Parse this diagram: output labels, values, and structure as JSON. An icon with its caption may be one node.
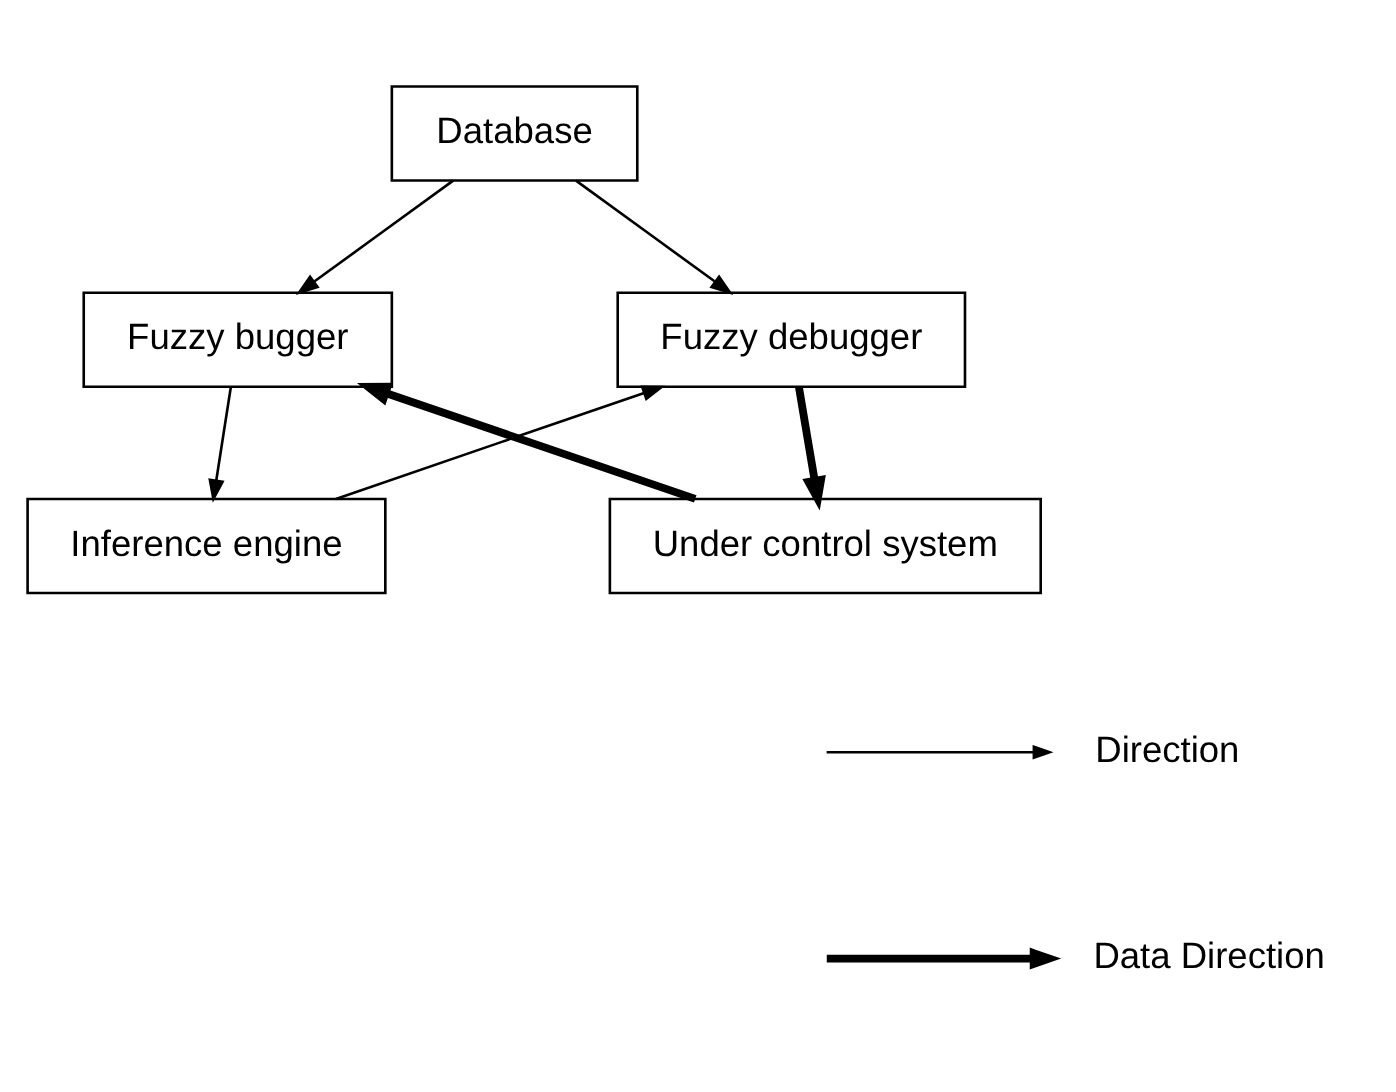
{
  "diagram": {
    "nodes": [
      {
        "text": [
          "Database"
        ]
      },
      {
        "text": [
          "Fuzzy bugger"
        ]
      },
      {
        "text": [
          "Fuzzy debugger"
        ]
      },
      {
        "text": [
          "Inference engine"
        ]
      },
      {
        "text": [
          "Under control system"
        ]
      }
    ],
    "edges": [
      {
        "from": 0,
        "to": 1,
        "arrow": "to"
      },
      {
        "from": 0,
        "to": 2,
        "arrow": "to"
      },
      {
        "from": 1,
        "to": 3,
        "arrow": "to"
      },
      {
        "from": 3,
        "to": 2,
        "arrow": "to"
      },
      {
        "from": 2,
        "to": 4,
        "arrow": "to",
        "style": "thick"
      },
      {
        "from": 4,
        "to": 1,
        "arrow": "to",
        "style": "thick"
      }
    ],
    "legend": [
      {
        "text": "Direction"
      },
      {
        "text": "Data Direction"
      }
    ]
  }
}
